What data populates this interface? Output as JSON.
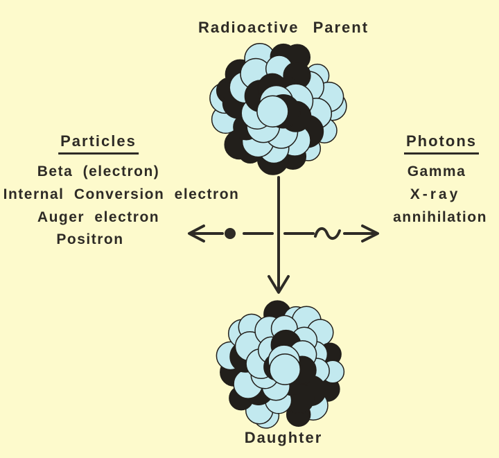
{
  "labels": {
    "parent": "Radioactive Parent",
    "daughter": "Daughter"
  },
  "particles": {
    "heading": "Particles",
    "items": [
      "Beta (electron)",
      "Internal Conversion electron",
      "Auger electron",
      "Positron"
    ]
  },
  "photons": {
    "heading": "Photons",
    "items": [
      "Gamma",
      "X-ray",
      "annihilation"
    ]
  },
  "symbols": {
    "particle_marker": "dot",
    "photon_marker": "wave"
  },
  "colors": {
    "background": "#fdfacc",
    "ink": "#2e2b26",
    "nucleon_dark": "#221f1b",
    "nucleon_light": "#c2e9ef"
  }
}
